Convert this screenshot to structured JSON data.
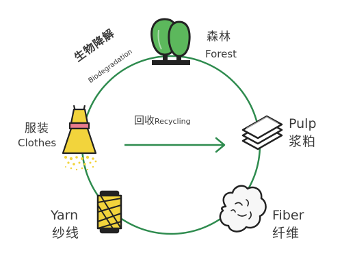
{
  "colors": {
    "ring": "#2e8b4e",
    "arrow": "#2e8b4e",
    "tree_green": "#5cb85c",
    "tree_dark": "#222222",
    "dress_yellow": "#f2d43c",
    "dress_pink": "#e87c8d",
    "text": "#3a3a3a"
  },
  "nodes": {
    "forest": {
      "zh": "森林",
      "en": "Forest",
      "icon": "tree-icon"
    },
    "pulp": {
      "en": "Pulp",
      "zh": "浆粕",
      "icon": "paper-stack-icon"
    },
    "fiber": {
      "en": "Fiber",
      "zh": "纤维",
      "icon": "fiber-ball-icon"
    },
    "yarn": {
      "en": "Yarn",
      "zh": "纱线",
      "icon": "yarn-spool-icon"
    },
    "clothes": {
      "zh": "服装",
      "en": "Clothes",
      "icon": "dress-icon"
    }
  },
  "biodegradation": {
    "zh": "生物降解",
    "en": "Biodegradation"
  },
  "recycling": {
    "zh": "回收",
    "en": "Recycling"
  }
}
